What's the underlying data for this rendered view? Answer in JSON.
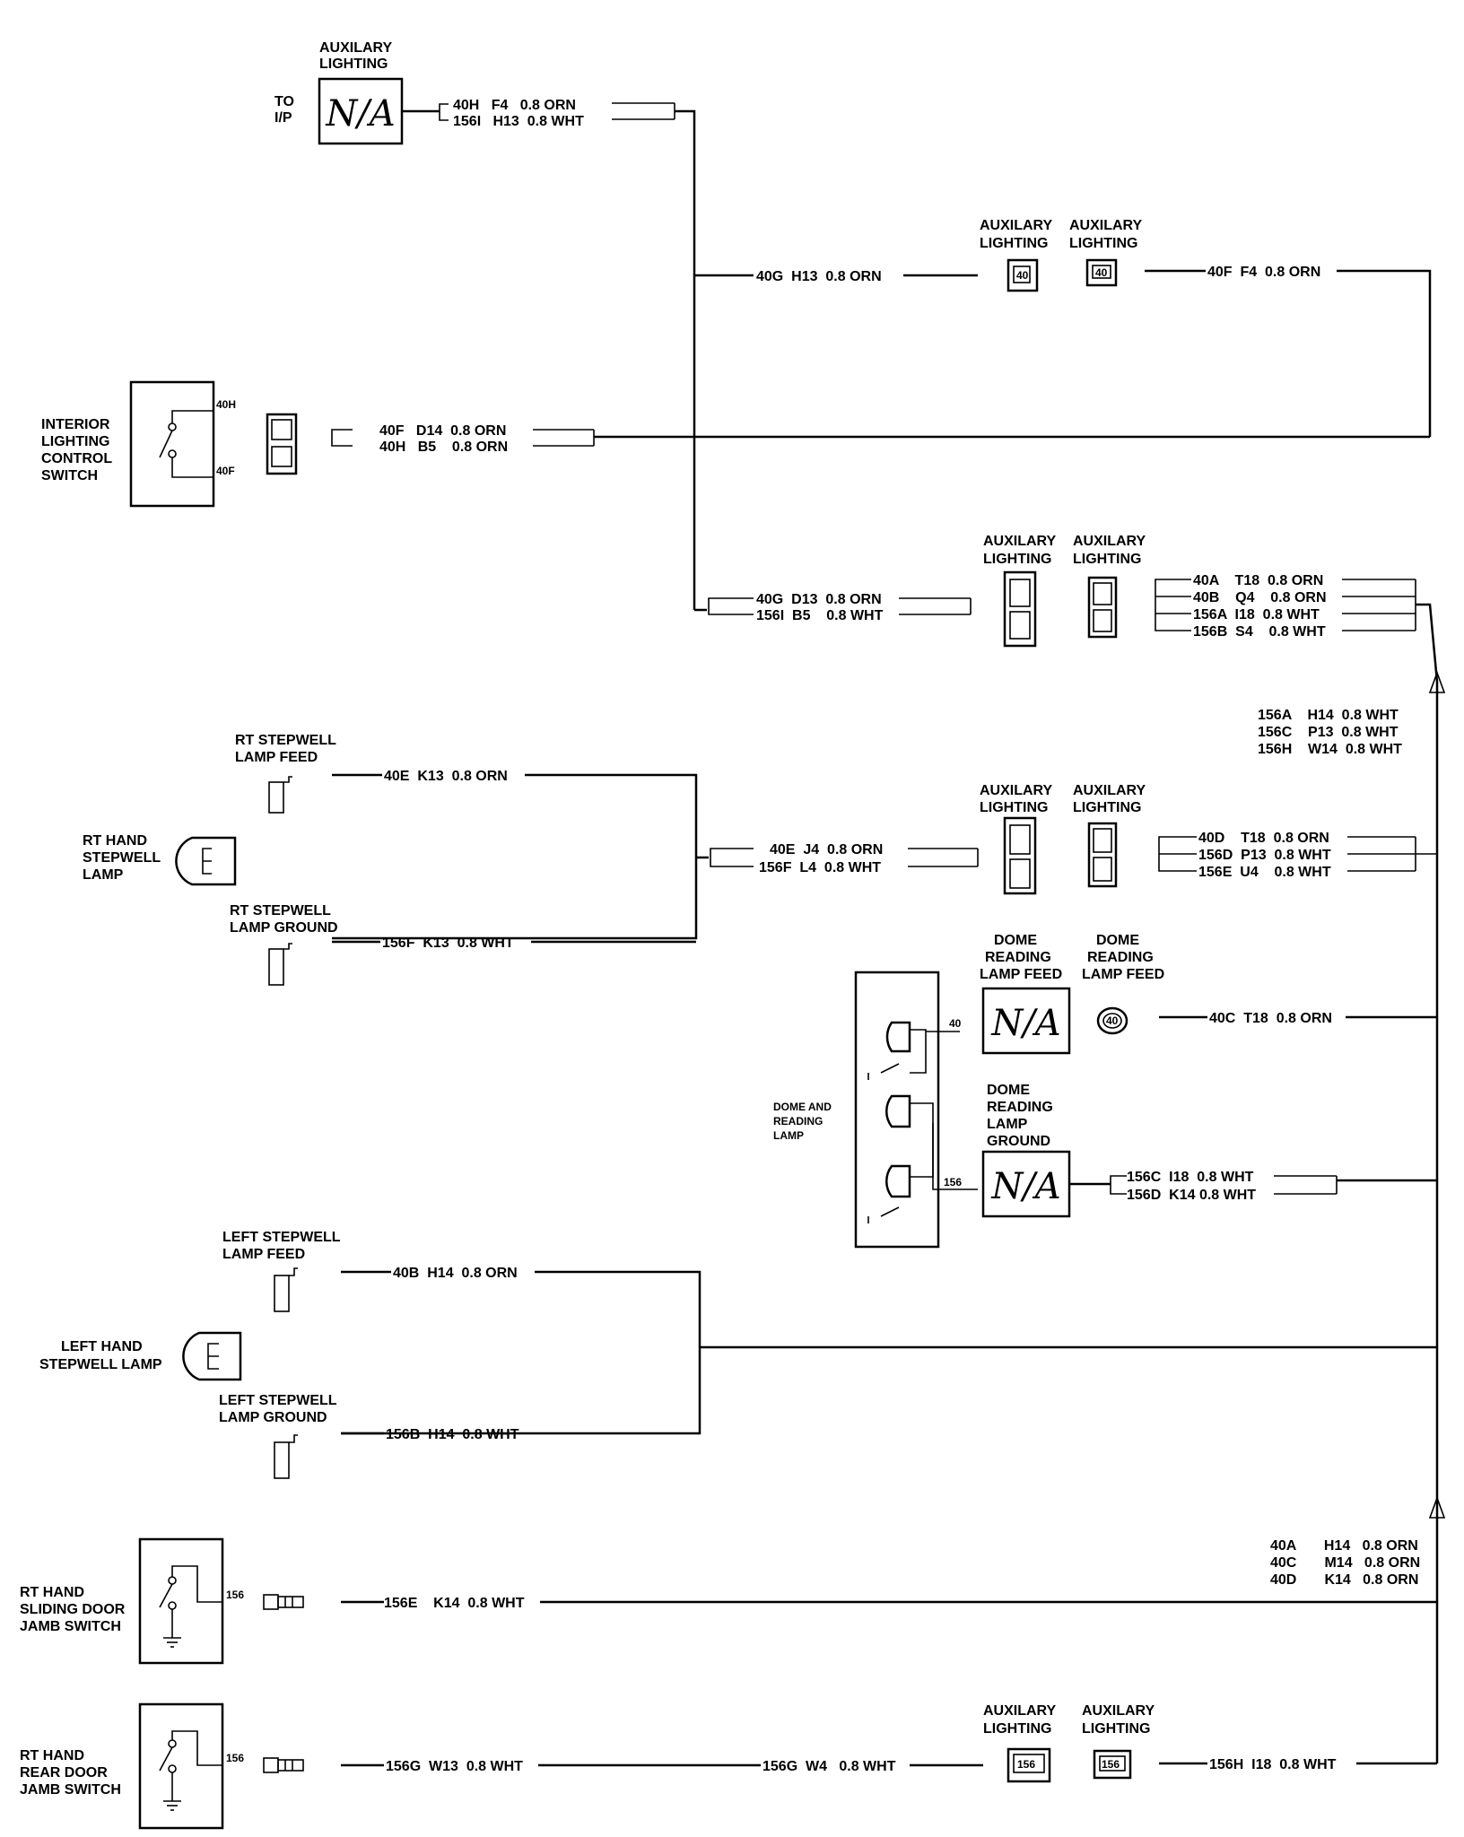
{
  "labels": {
    "aux_top": [
      "AUXILARY",
      "LIGHTING"
    ],
    "to_ip": [
      "TO",
      "I/P"
    ],
    "na": "N/A",
    "aux_lighting": [
      "AUXILARY",
      "LIGHTING"
    ],
    "interior_switch": [
      "INTERIOR",
      "LIGHTING",
      "CONTROL",
      "SWITCH"
    ],
    "sw_pin_40h": "40H",
    "sw_pin_40f": "40F",
    "rt_stepwell_feed": [
      "RT STEPWELL",
      "LAMP FEED"
    ],
    "rt_hand_stepwell_lamp": [
      "RT HAND",
      "STEPWELL",
      "LAMP"
    ],
    "rt_stepwell_ground": [
      "RT STEPWELL",
      "LAMP GROUND"
    ],
    "dome_feed": [
      "DOME",
      "READING",
      "LAMP FEED"
    ],
    "dome_and_reading": [
      "DOME AND",
      "READING",
      "LAMP"
    ],
    "dome_pin_40": "40",
    "dome_pin_156": "156",
    "dome_ground": [
      "DOME",
      "READING",
      "LAMP",
      "GROUND"
    ],
    "left_stepwell_feed": [
      "LEFT STEPWELL",
      "LAMP FEED"
    ],
    "left_hand_stepwell_lamp": [
      "LEFT HAND",
      "STEPWELL LAMP"
    ],
    "left_stepwell_ground": [
      "LEFT STEPWELL",
      "LAMP GROUND"
    ],
    "rt_sliding_switch": [
      "RT HAND",
      "SLIDING DOOR",
      "JAMB SWITCH"
    ],
    "rt_rear_switch": [
      "RT HAND",
      "REAR DOOR",
      "JAMB SWITCH"
    ],
    "pin_156": "156",
    "conn_40": "40",
    "conn_156": "156"
  },
  "wires": {
    "top_40h": "40H   F4   0.8 ORN",
    "top_156i": "156I   H13  0.8 WHT",
    "w_40g_h13": "40G  H13  0.8 ORN",
    "w_40f_f4": "40F  F4  0.8 ORN",
    "sw_40f": "40F   D14  0.8 ORN",
    "sw_40h": "40H   B5    0.8 ORN",
    "w_40g_d13": "40G  D13  0.8 ORN",
    "w_156i_b5": "156I  B5    0.8 WHT",
    "r_40a": "40A    T18  0.8 ORN",
    "r_40b": "40B    Q4    0.8 ORN",
    "r_156a": "156A  I18  0.8 WHT",
    "r_156b": "156B  S4    0.8 WHT",
    "sp_156a": "156A    H14  0.8 WHT",
    "sp_156c": "156C    P13  0.8 WHT",
    "sp_156h": "156H    W14  0.8 WHT",
    "w_40e_k13": "40E  K13  0.8 ORN",
    "w_40e_j4": "40E  J4  0.8 ORN",
    "w_156f_l4": "156F  L4  0.8 WHT",
    "r_40d": "40D    T18  0.8 ORN",
    "r_156d": "156D  P13  0.8 WHT",
    "r_156e": "156E  U4    0.8 WHT",
    "w_156f_k13": "156F  K13  0.8 WHT",
    "w_40c_t18": "40C  T18  0.8 ORN",
    "w_156c_i18": "156C  I18  0.8 WHT",
    "w_156d_k14": "156D  K14 0.8 WHT",
    "w_40b_h14": "40B  H14  0.8 ORN",
    "w_156b_h14": "156B  H14  0.8 WHT",
    "sp_40a": "40A       H14   0.8 ORN",
    "sp_40c": "40C       M14   0.8 ORN",
    "sp_40d": "40D       K14   0.8 ORN",
    "w_156e_k14": "156E    K14  0.8 WHT",
    "w_156g_w13": "156G  W13  0.8 WHT",
    "w_156g_w4": "156G  W4   0.8 WHT",
    "w_156h_i18": "156H  I18  0.8 WHT"
  },
  "colors": {
    "ink": "#000000",
    "paper": "#ffffff"
  }
}
